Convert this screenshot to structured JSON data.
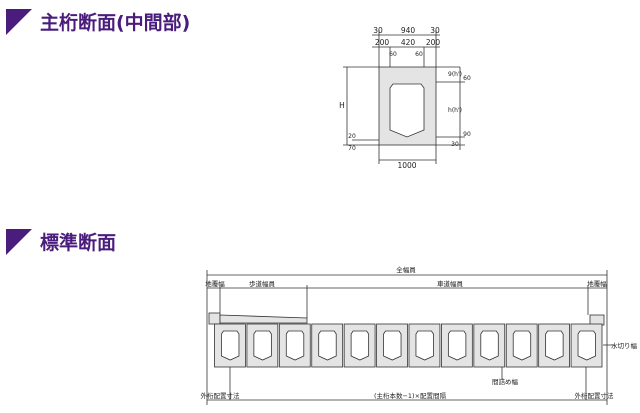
{
  "sections": [
    {
      "title": "主桁断面(中間部)"
    },
    {
      "title": "標準断面"
    }
  ],
  "girder_dims": {
    "top1": [
      "30",
      "940",
      "30"
    ],
    "top2": [
      "200",
      "420",
      "200"
    ],
    "top3": [
      "60",
      "60"
    ],
    "height": "H",
    "right": [
      "9(h')",
      "60",
      "h(h')",
      "90",
      "30"
    ],
    "left": [
      "20",
      "70"
    ],
    "bottom": "1000"
  },
  "standard_dims": {
    "total": "全幅員",
    "curb_left": "地覆幅",
    "sidewalk": "歩道幅員",
    "roadway": "車道幅員",
    "curb_right": "地覆幅",
    "drip": "水切り幅",
    "joint": "間詰め幅",
    "outer_left": "外桁配置寸法",
    "spacing": "(主桁本数−1)×配置間隔",
    "outer_right": "外桁配置寸法"
  },
  "girder_count": 12,
  "colors": {
    "accent": "#4a1c7c",
    "concrete": "#e4e4e4"
  }
}
